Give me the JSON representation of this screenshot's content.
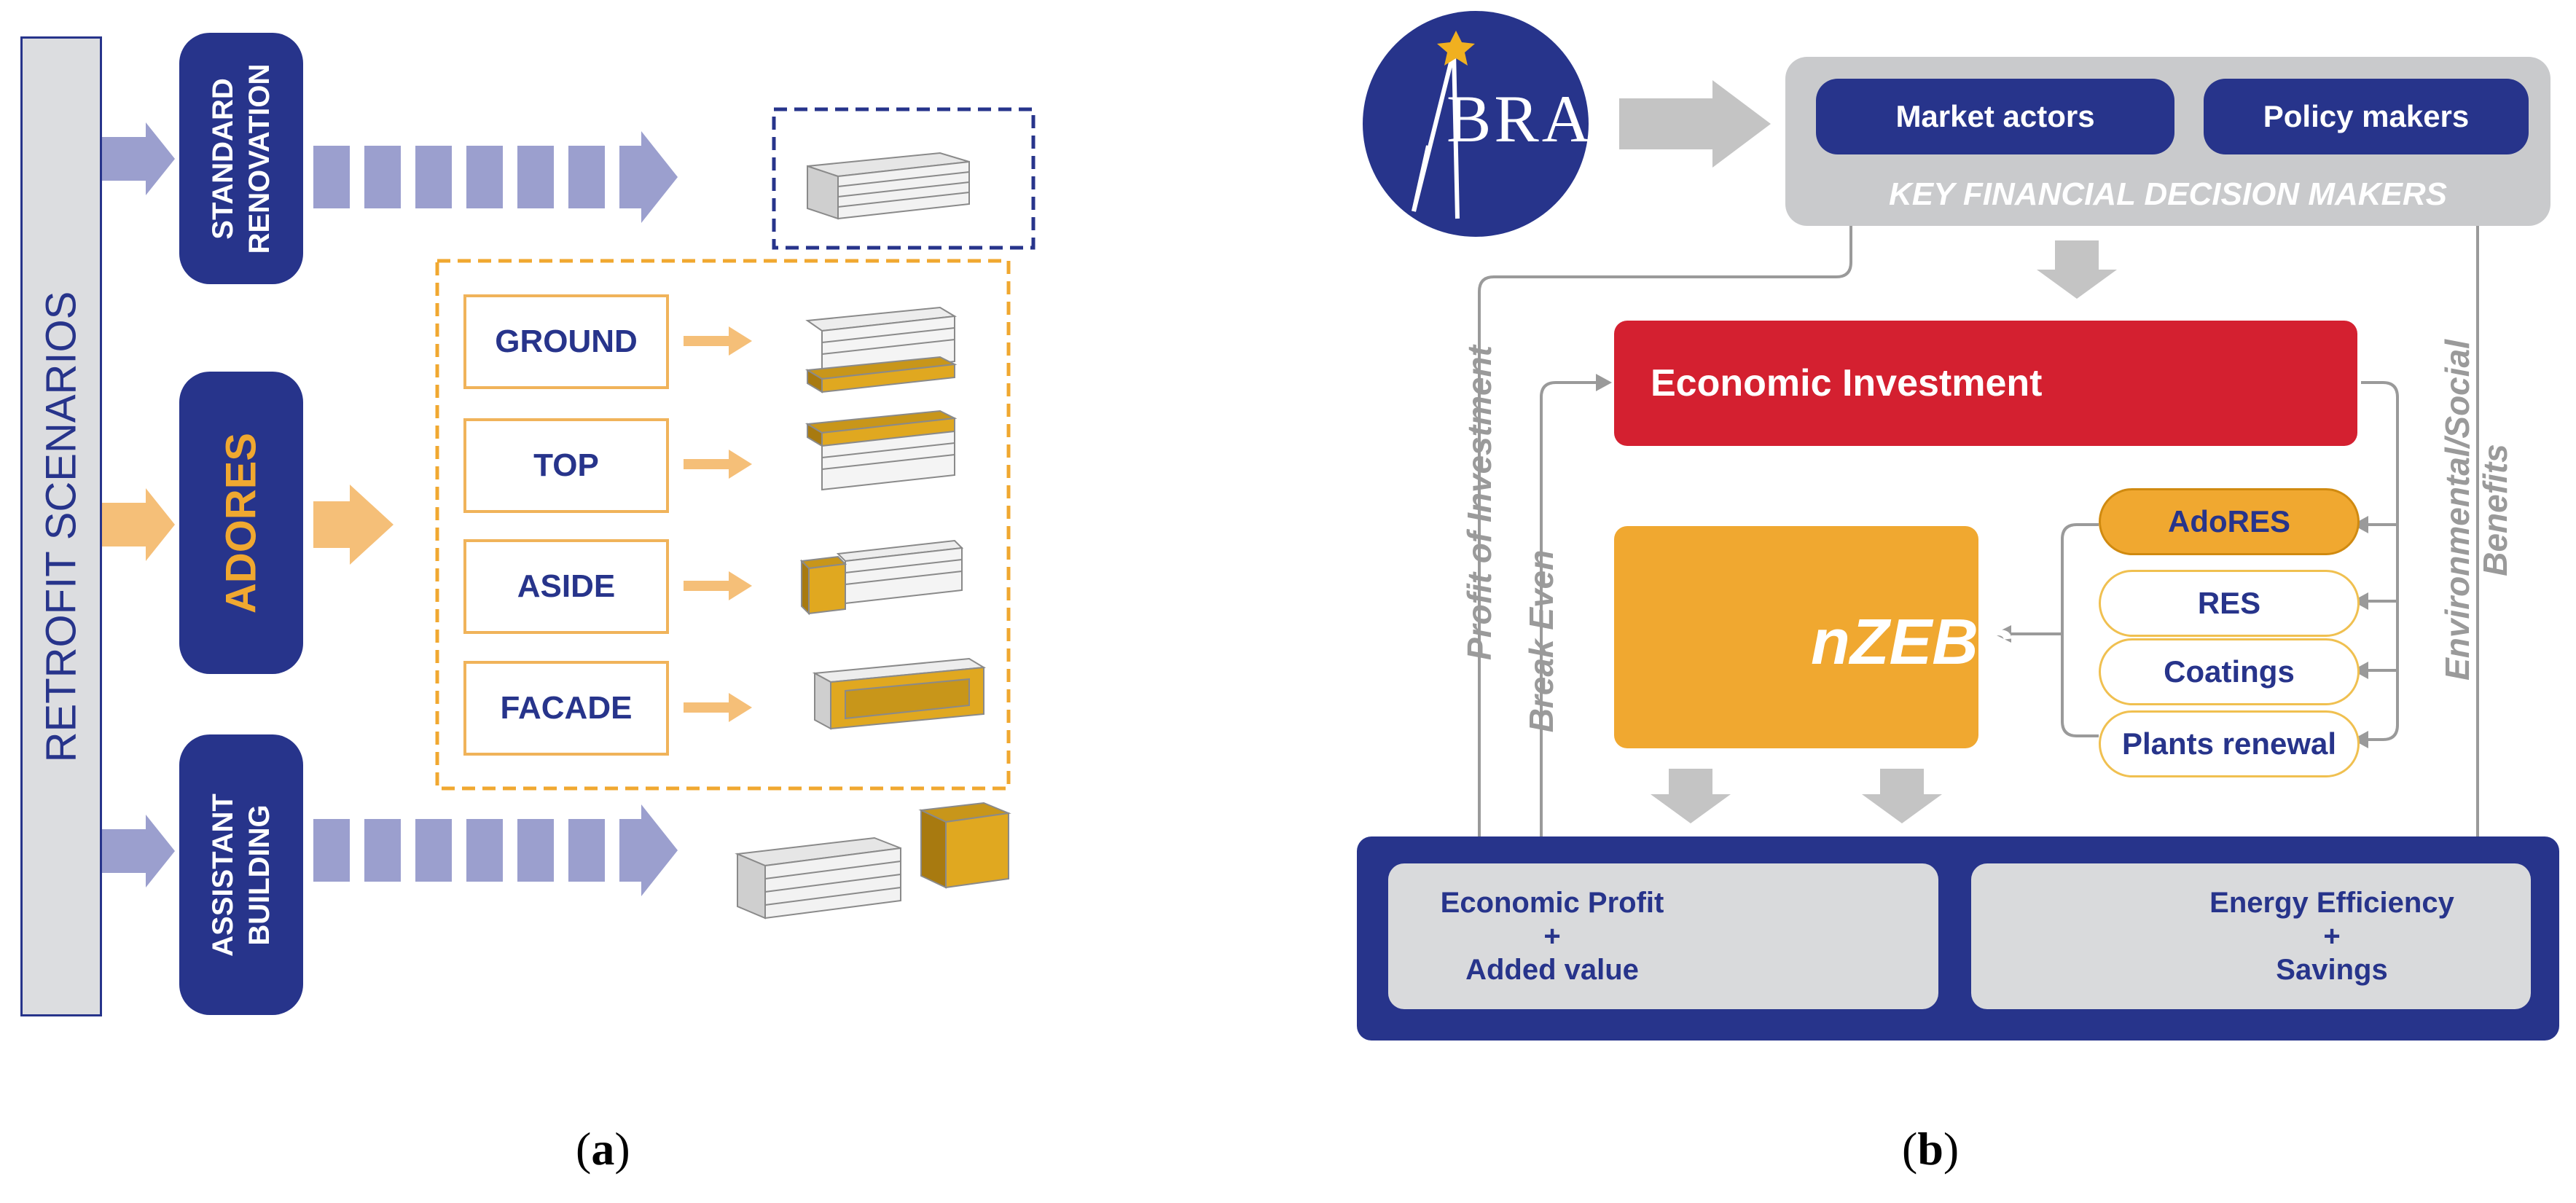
{
  "panel_a": {
    "label_open": "(",
    "label_letter": "a",
    "label_close": ")",
    "retrofit_scenarios": "RETROFIT SCENARIOS",
    "standard_line1": "STANDARD",
    "standard_line2": "RENOVATION",
    "adores": "ADORES",
    "assistant_line1": "ASSISTANT",
    "assistant_line2": "BUILDING",
    "options": [
      "GROUND",
      "TOP",
      "ASIDE",
      "FACADE"
    ]
  },
  "panel_b": {
    "label_open": "(",
    "label_letter": "b",
    "label_close": ")",
    "logo_text": "BRA",
    "market_actors": "Market actors",
    "policy_makers": "Policy makers",
    "key_financial": "KEY FINANCIAL DECISION MAKERS",
    "economic_investment": "Economic Investment",
    "nzebs": "nZEBs",
    "options": [
      "AdoRES",
      "RES",
      "Coatings",
      "Plants renewal"
    ],
    "profit_of_investment": "Profit of Investment",
    "break_even": "Break Even",
    "env_line1": "Environmental/Social",
    "env_line2": "Benefits",
    "economic_profit_line1": "Economic Profit",
    "economic_profit_line2": "+",
    "economic_profit_line3": "Added value",
    "energy_line1": "Energy Efficiency",
    "energy_line2": "+",
    "energy_line3": "Savings"
  },
  "colors": {
    "navy": "#27348b",
    "lavender": "#9b9fce",
    "orange": "#f0a830",
    "red": "#d42030",
    "gold": "#d9a520",
    "grey": "#bdbdbd"
  }
}
